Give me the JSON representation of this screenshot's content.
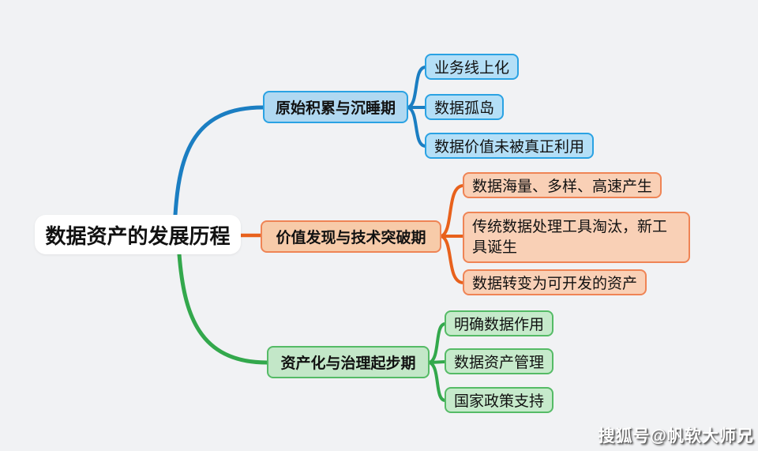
{
  "mindmap": {
    "root": "数据资产的发展历程",
    "branches": [
      {
        "label": "原始积累与沉睡期",
        "color": "blue",
        "children": [
          "业务线上化",
          "数据孤岛",
          "数据价值未被真正利用"
        ]
      },
      {
        "label": "价值发现与技术突破期",
        "color": "orange",
        "children": [
          "数据海量、多样、高速产生",
          "传统数据处理工具淘汰，新工具诞生",
          "数据转变为可开发的资产"
        ]
      },
      {
        "label": "资产化与治理起步期",
        "color": "green",
        "children": [
          "明确数据作用",
          "数据资产管理",
          "国家政策支持"
        ]
      }
    ]
  },
  "watermark": {
    "text": "搜狐号@帆软大师兄"
  },
  "palette": {
    "background": "#f1f2f4",
    "blue_line": "#1b7ec2",
    "blue_border": "#2aa2e3",
    "blue_fill": "#b2dbf4",
    "orange_line": "#e8611c",
    "orange_border": "#ef8455",
    "orange_fill": "#f9d0b6",
    "green_line": "#33a84c",
    "green_border": "#55bb66",
    "green_fill": "#c5e9ca"
  }
}
